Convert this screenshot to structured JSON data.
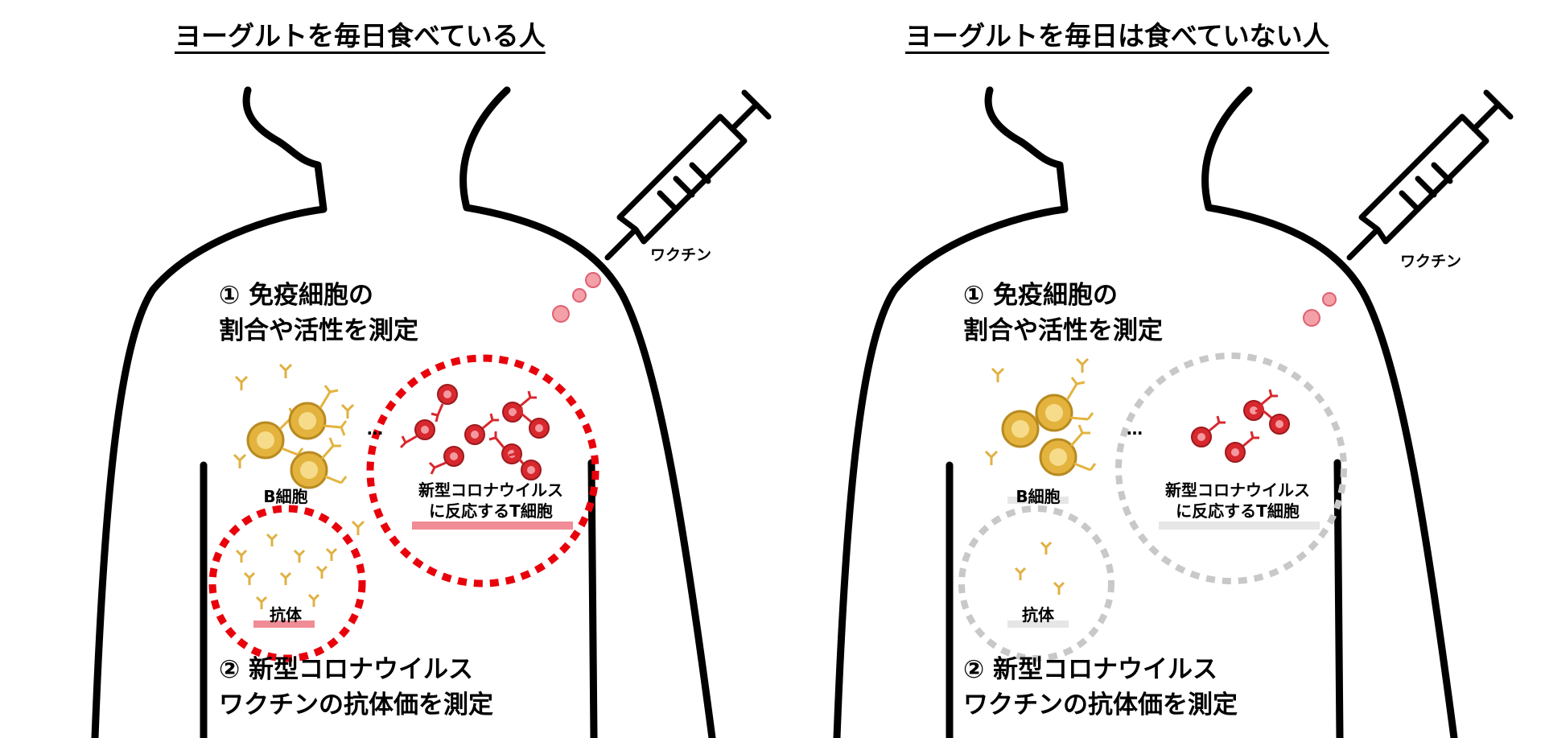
{
  "panels": [
    {
      "title": "ヨーグルトを毎日食べている人",
      "step1_line1": "① 免疫細胞の",
      "step1_line2": "割合や活性を測定",
      "step2_line1": "② 新型コロナウイルス",
      "step2_line2": "ワクチンの抗体価を測定",
      "b_cell_label": "B細胞",
      "t_cell_line1": "新型コロナウイルス",
      "t_cell_line2": "に反応するT細胞",
      "antibody_label": "抗体",
      "vaccine_label": "ワクチン",
      "ellipsis": "…",
      "highlighted": true
    },
    {
      "title": "ヨーグルトを毎日は食べていない人",
      "step1_line1": "① 免疫細胞の",
      "step1_line2": "割合や活性を測定",
      "step2_line1": "② 新型コロナウイルス",
      "step2_line2": "ワクチンの抗体価を測定",
      "b_cell_label": "B細胞",
      "t_cell_line1": "新型コロナウイルス",
      "t_cell_line2": "に反応するT細胞",
      "antibody_label": "抗体",
      "vaccine_label": "ワクチン",
      "ellipsis": "…",
      "highlighted": false
    }
  ],
  "colors": {
    "outline": "#000000",
    "highlight_red": "#e8000b",
    "muted_gray": "#c8c8c8",
    "t_cell_red": "#d8282e",
    "b_cell_gold": "#e3b33e",
    "antibody_gold": "#e0b040",
    "underline_pink": "#f08c96",
    "underline_gray": "#e6e6e6",
    "vaccine_dot": "#f4a0a8"
  }
}
